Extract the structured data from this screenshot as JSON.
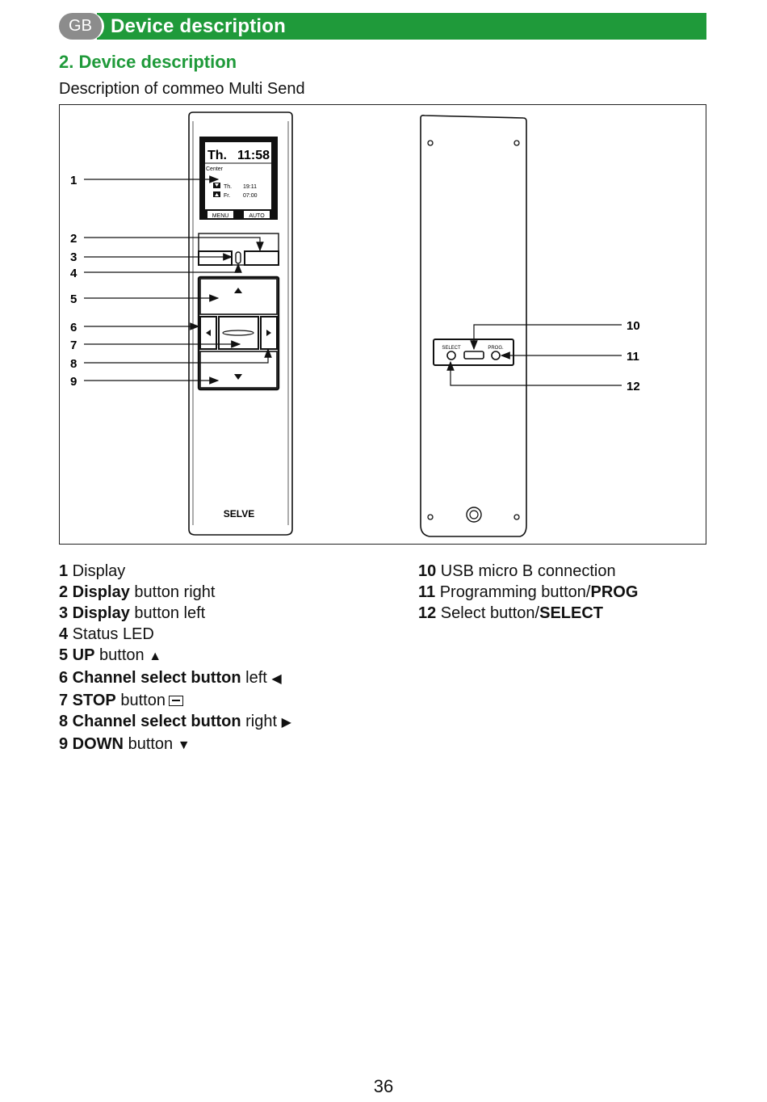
{
  "header": {
    "lang": "GB",
    "title": "Device description"
  },
  "section_title": "2. Device description",
  "subtitle": "Description of commeo Multi Send",
  "figure": {
    "screen": {
      "day": "Th.",
      "time": "11:58",
      "label": "Center",
      "row1_day": "Th.",
      "row1_time": "19:11",
      "row2_day": "Fr.",
      "row2_time": "07:00",
      "menu": "MENU",
      "auto": "AUTO"
    },
    "brand": "SELVE",
    "back_select": "SELECT",
    "back_prog": "PROG.",
    "callouts_left": [
      "1",
      "2",
      "3",
      "4",
      "5",
      "6",
      "7",
      "8",
      "9"
    ],
    "callouts_right": [
      "10",
      "11",
      "12"
    ]
  },
  "legend_left": [
    {
      "num": "1",
      "bold": "",
      "text": " Display",
      "glyph": ""
    },
    {
      "num": "2",
      "bold": " Display",
      "text": " button right",
      "glyph": ""
    },
    {
      "num": "3",
      "bold": " Display",
      "text": " button left",
      "glyph": ""
    },
    {
      "num": "4",
      "bold": "",
      "text": " Status LED",
      "glyph": ""
    },
    {
      "num": "5",
      "bold": " UP",
      "text": " button ",
      "glyph": "▲"
    },
    {
      "num": "6",
      "bold": " Channel select button",
      "text": " left ",
      "glyph": "◀"
    },
    {
      "num": "7",
      "bold": " STOP",
      "text": " button",
      "glyph": "stop"
    },
    {
      "num": "8",
      "bold": " Channel select button",
      "text": " right ",
      "glyph": "▶"
    },
    {
      "num": "9",
      "bold": " DOWN",
      "text": " button ",
      "glyph": "▼"
    }
  ],
  "legend_right": [
    {
      "num": "10",
      "text": " USB micro B connection",
      "bold_after": ""
    },
    {
      "num": "11",
      "text": " Programming button/",
      "bold_after": "PROG"
    },
    {
      "num": "12",
      "text": " Select button/",
      "bold_after": "SELECT"
    }
  ],
  "page_number": "36",
  "colors": {
    "brand_green": "#1f9a3a",
    "pill_grey": "#8c8c8c"
  }
}
